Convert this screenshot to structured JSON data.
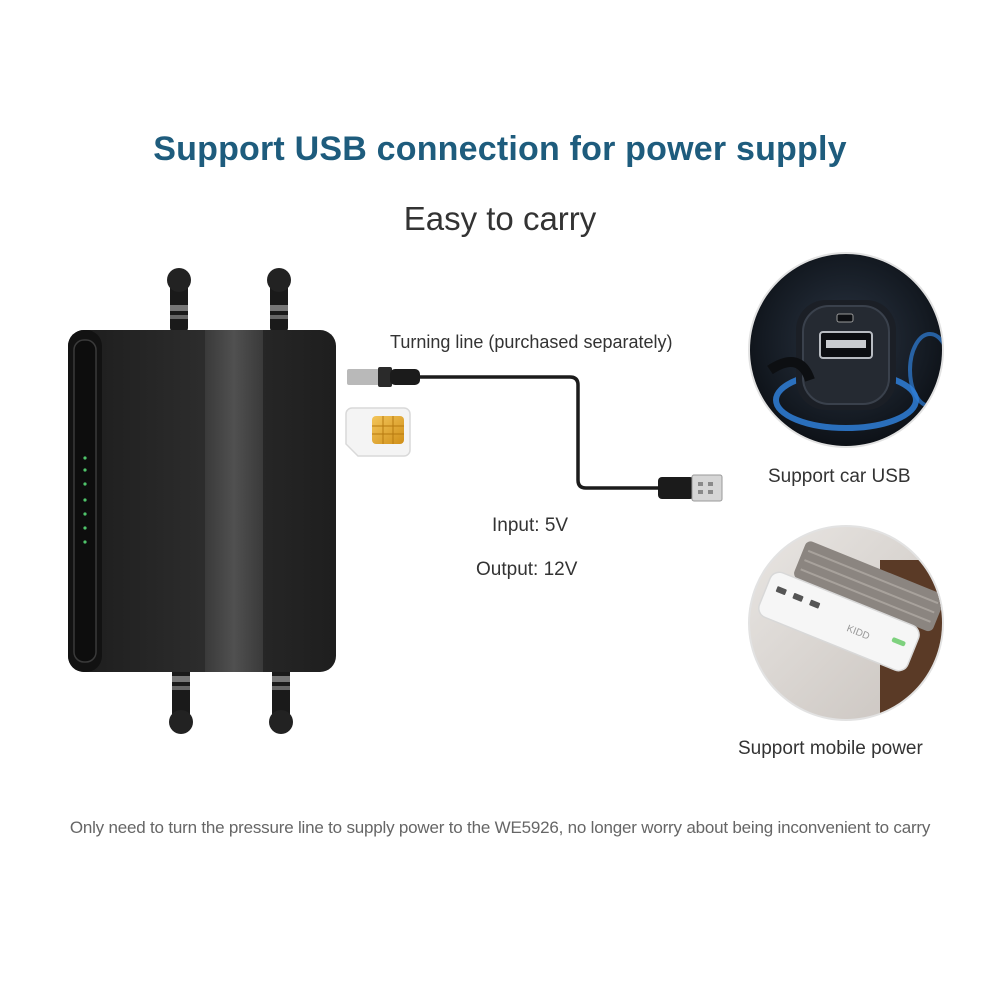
{
  "header": {
    "title": "Support USB connection for power supply",
    "subtitle": "Easy to carry"
  },
  "cable": {
    "label": "Turning line (purchased separately)",
    "input": "Input: 5V",
    "output": "Output: 12V"
  },
  "features": {
    "car_usb": "Support car USB",
    "mobile_power": "Support mobile power"
  },
  "powerbank": {
    "brand": "KIDD"
  },
  "footer": {
    "note": "Only need to turn the pressure line to supply power to the WE5926, no longer worry about being inconvenient to carry"
  },
  "colors": {
    "accent": "#1e5c7d",
    "router": "#2a2a2a",
    "sim_gold": "#e6a524"
  },
  "icons": {
    "router": "router-image",
    "sim": "sim-card-icon",
    "cable": "usb-dc-cable",
    "car": "car-usb-charger-photo",
    "powerbank": "power-bank-photo"
  }
}
